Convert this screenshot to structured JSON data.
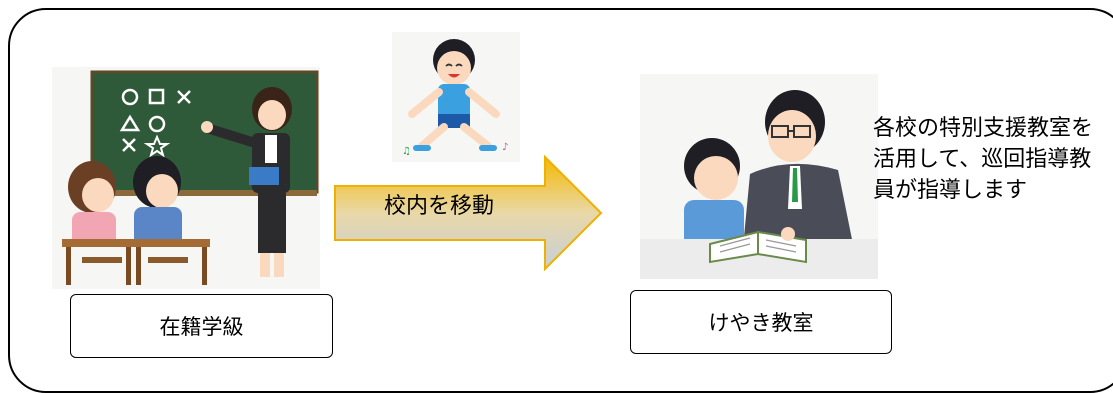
{
  "left_class_label": "在籍学級",
  "move_label": "校内を移動",
  "right_class_label": "けやき教室",
  "description": "各校の特別支援教室を活用して、巡回指導教員が指導します",
  "colors": {
    "frame": "#000000",
    "arrow_top": "#f5b800",
    "arrow_bottom": "#c7cfd8",
    "blackboard": "#2f5a3a"
  },
  "illustrations": {
    "left": "classroom-teacher-students",
    "middle": "jumping-child",
    "right": "teacher-tutoring-student"
  }
}
